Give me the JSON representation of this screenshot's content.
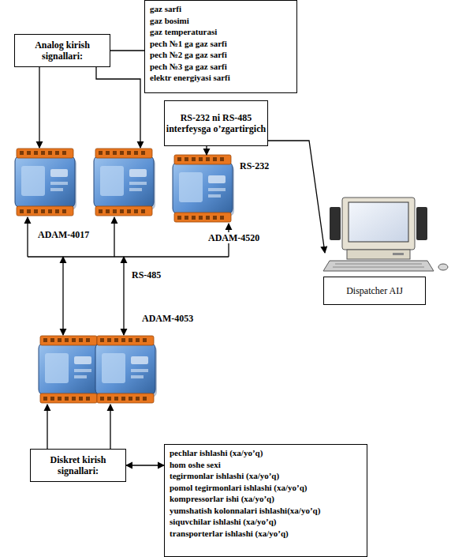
{
  "diagram": {
    "nodes": [
      {
        "text": [
          "gaz sarfi",
          "gaz bosimi",
          "gaz temperaturasi",
          "pech №1 ga gaz sarfi",
          "pech №2 ga gaz sarfi",
          "pech №3 ga gaz sarfi",
          "elektr energiyasi sarfi"
        ]
      },
      {
        "text": [
          "Analog kirish signallari:"
        ]
      },
      {
        "text": [
          "RS-232 ni RS-485 interfeysga o’zgartirgich"
        ]
      },
      {
        "text": [
          "Dispatcher AIJ"
        ]
      },
      {
        "text": [
          "Diskret kirish signallari:"
        ]
      },
      {
        "text": [
          "pechlar ishlashi (xa/yo’q)",
          "hom oshe sexi",
          "tegirmonlar ishlashi (xa/yo’q)",
          "pomol tegirmonlari ishlashi (xa/yo’q)",
          "kompressorlar ishi (xa/yo’q)",
          "yumshatish kolonnalari ishlashi(xa/yo’q)",
          "siquvchilar ishlashi (xa/yo’q)",
          "transporterlar ishlashi (xa/yo’q)"
        ]
      }
    ],
    "edges": [
      {
        "from": 1,
        "to": 0,
        "arrow": "none"
      },
      {
        "from": 4,
        "to": 5,
        "arrow": "both"
      }
    ],
    "labels": [
      "ADAM-4017",
      "RS-232",
      "ADAM-4520",
      "RS-485",
      "ADAM-4053"
    ]
  }
}
